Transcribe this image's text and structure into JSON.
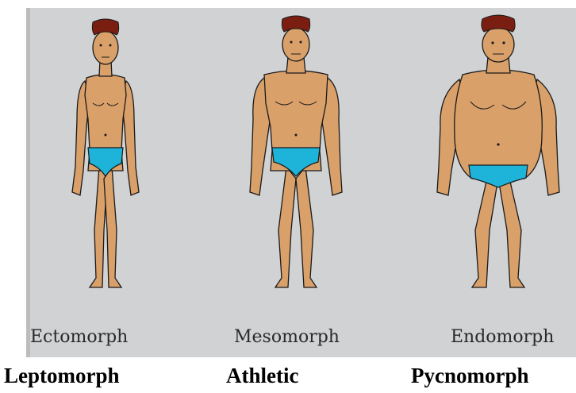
{
  "colors": {
    "background": "#d1d2d3",
    "skin": "#d9a06a",
    "hair": "#7a1e12",
    "briefs": "#1eb3d8",
    "outline": "#1a1a1a"
  },
  "somatotypes": [
    {
      "type_label": "Ectomorph",
      "alt_label": "Leptomorph"
    },
    {
      "type_label": "Mesomorph",
      "alt_label": "Athletic"
    },
    {
      "type_label": "Endomorph",
      "alt_label": "Pycnomorph"
    }
  ]
}
